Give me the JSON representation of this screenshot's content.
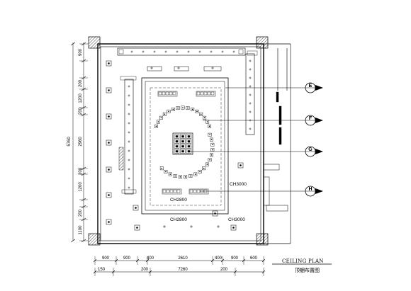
{
  "title": {
    "english": "CEILING PLAN",
    "chinese": "顶棚布置图"
  },
  "ceiling_heights": {
    "upper_right": "CH3000",
    "lower_left": "CH2800",
    "upper_left": "CH2800",
    "lower_right": "CH3000"
  },
  "section_tags": [
    "E",
    "F",
    "G",
    "H"
  ],
  "horizontal_dimensions_top_row": [
    "900",
    "900",
    "400",
    "2610",
    "400",
    "900",
    "600"
  ],
  "horizontal_dimensions_bottom_row": [
    "150",
    "200",
    "7260",
    "200"
  ],
  "vertical_dimensions": [
    "900",
    "200",
    "1200",
    "200",
    "2960",
    "200",
    "1200",
    "200",
    "1100"
  ],
  "vertical_total": "5760"
}
